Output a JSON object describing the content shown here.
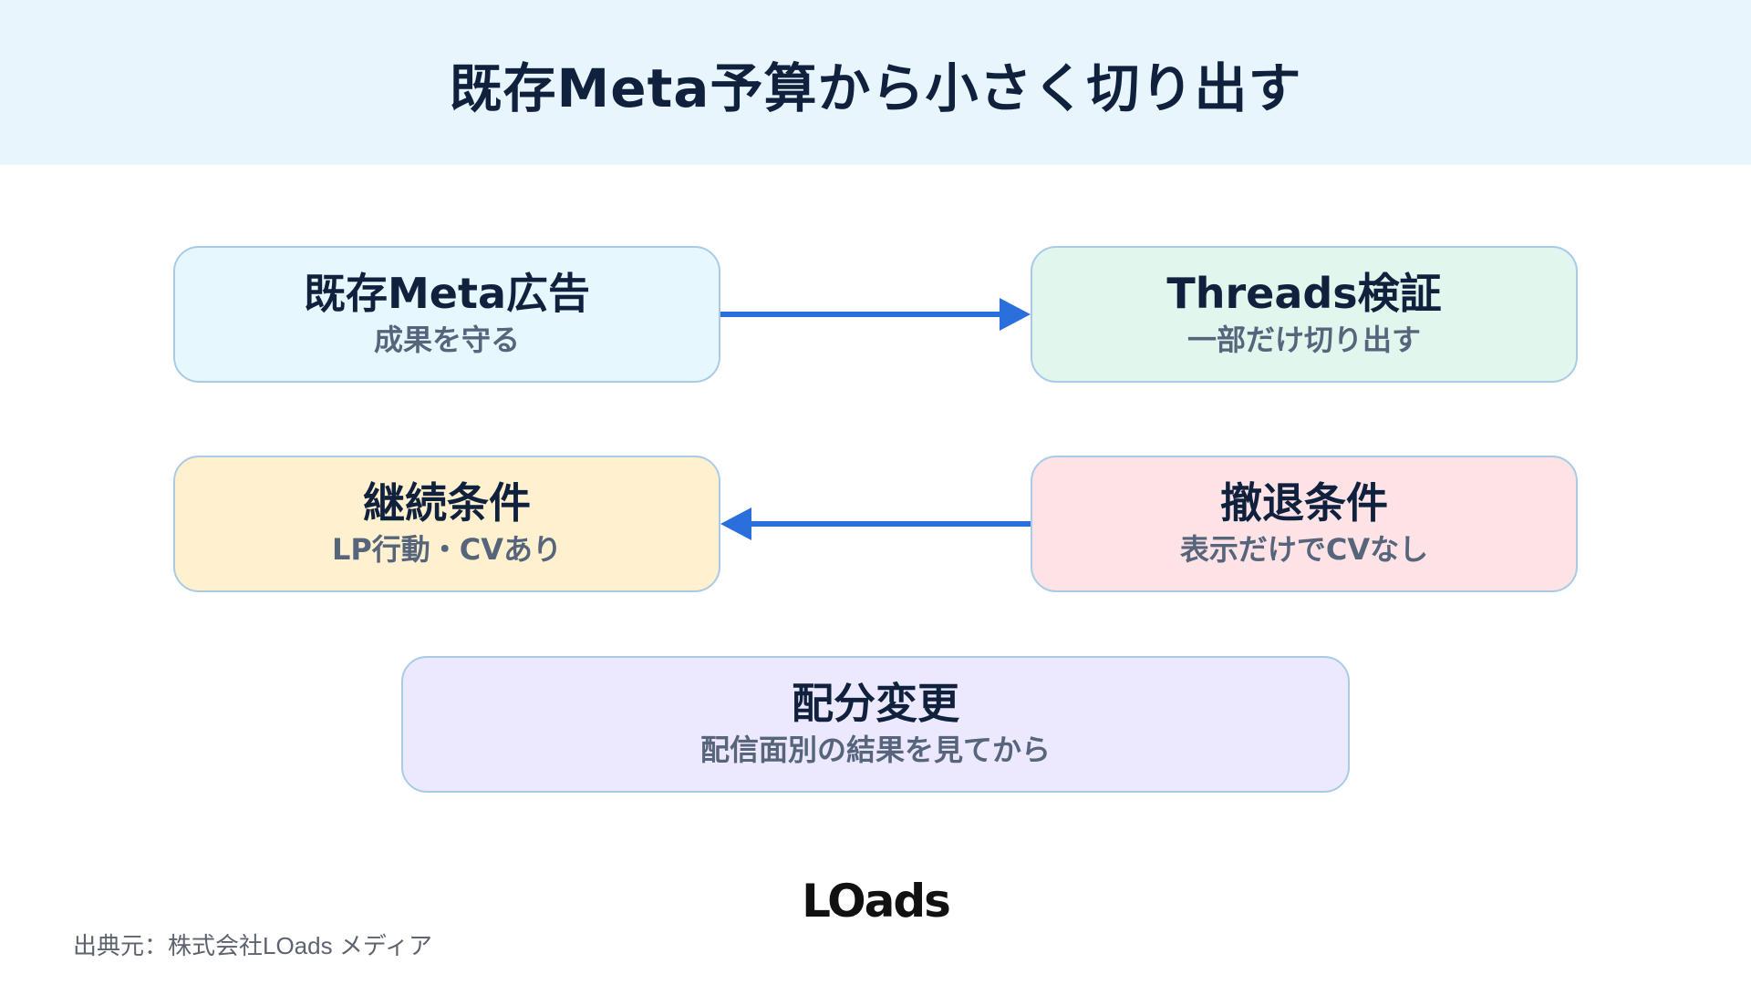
{
  "header": {
    "title": "既存Meta予算から小さく切り出す",
    "background": "#e8f5fd"
  },
  "boxes": [
    {
      "title": "既存Meta広告",
      "subtitle": "成果を守る",
      "color": "#e6f8fd"
    },
    {
      "title": "Threads検証",
      "subtitle": "一部だけ切り出す",
      "color": "#e1f6ed"
    },
    {
      "title": "継続条件",
      "subtitle": "LP行動・CVあり",
      "color": "#fff1cf"
    },
    {
      "title": "撤退条件",
      "subtitle": "表示だけでCVなし",
      "color": "#fde2e6"
    },
    {
      "title": "配分変更",
      "subtitle": "配信面別の結果を見てから",
      "color": "#ece8fd"
    }
  ],
  "arrow_color": "#2a6fdb",
  "box_border_color": "#a9cbe6",
  "logo": {
    "text": "LOads"
  },
  "footer": {
    "source": "出典元：株式会社LOads メディア"
  }
}
